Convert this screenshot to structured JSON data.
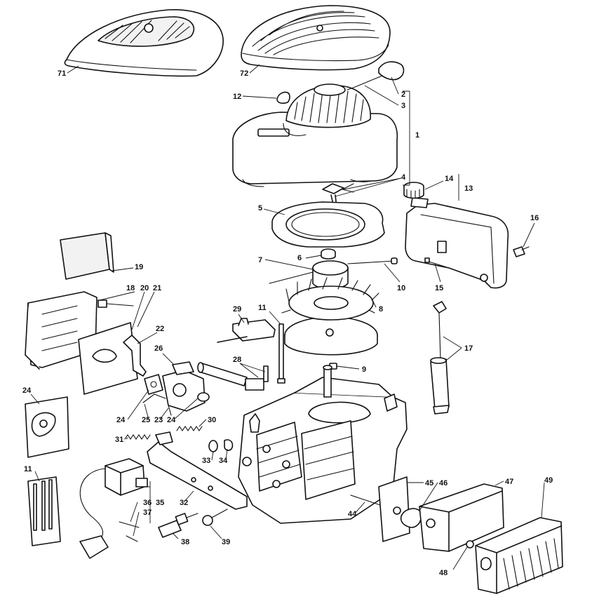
{
  "diagram": {
    "type": "exploded-parts-diagram",
    "callouts": [
      {
        "id": "71",
        "label": "71"
      },
      {
        "id": "72",
        "label": "72"
      },
      {
        "id": "12",
        "label": "12"
      },
      {
        "id": "2",
        "label": "2"
      },
      {
        "id": "3",
        "label": "3"
      },
      {
        "id": "1",
        "label": "1"
      },
      {
        "id": "4",
        "label": "4"
      },
      {
        "id": "14",
        "label": "14"
      },
      {
        "id": "13",
        "label": "13"
      },
      {
        "id": "5",
        "label": "5"
      },
      {
        "id": "16",
        "label": "16"
      },
      {
        "id": "6",
        "label": "6"
      },
      {
        "id": "7",
        "label": "7"
      },
      {
        "id": "19",
        "label": "19"
      },
      {
        "id": "10",
        "label": "10"
      },
      {
        "id": "15",
        "label": "15"
      },
      {
        "id": "18",
        "label": "18"
      },
      {
        "id": "20",
        "label": "20"
      },
      {
        "id": "21",
        "label": "21"
      },
      {
        "id": "8",
        "label": "8"
      },
      {
        "id": "29",
        "label": "29"
      },
      {
        "id": "11a",
        "label": "11"
      },
      {
        "id": "22",
        "label": "22"
      },
      {
        "id": "17",
        "label": "17"
      },
      {
        "id": "26",
        "label": "26"
      },
      {
        "id": "28",
        "label": "28"
      },
      {
        "id": "9",
        "label": "9"
      },
      {
        "id": "24a",
        "label": "24"
      },
      {
        "id": "24b",
        "label": "24"
      },
      {
        "id": "25",
        "label": "25"
      },
      {
        "id": "23",
        "label": "23"
      },
      {
        "id": "24c",
        "label": "24"
      },
      {
        "id": "30",
        "label": "30"
      },
      {
        "id": "31",
        "label": "31"
      },
      {
        "id": "33",
        "label": "33"
      },
      {
        "id": "34",
        "label": "34"
      },
      {
        "id": "11b",
        "label": "11"
      },
      {
        "id": "45",
        "label": "45"
      },
      {
        "id": "46",
        "label": "46"
      },
      {
        "id": "47",
        "label": "47"
      },
      {
        "id": "49",
        "label": "49"
      },
      {
        "id": "36",
        "label": "36"
      },
      {
        "id": "35",
        "label": "35"
      },
      {
        "id": "32",
        "label": "32"
      },
      {
        "id": "37",
        "label": "37"
      },
      {
        "id": "44",
        "label": "44"
      },
      {
        "id": "38",
        "label": "38"
      },
      {
        "id": "39",
        "label": "39"
      },
      {
        "id": "48",
        "label": "48"
      }
    ]
  }
}
